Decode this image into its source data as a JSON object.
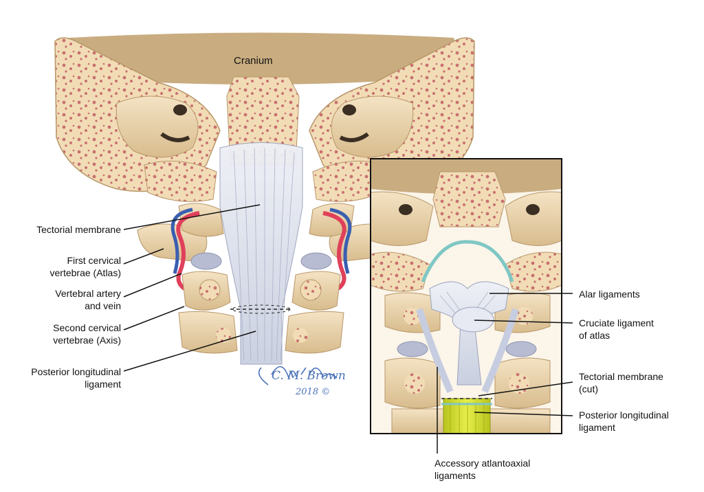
{
  "labels": {
    "cranium": "Cranium",
    "left": [
      {
        "line1": "Tectorial membrane",
        "line2": ""
      },
      {
        "line1": "First cervical",
        "line2": "vertebrae (Atlas)"
      },
      {
        "line1": "Vertebral artery",
        "line2": "and vein"
      },
      {
        "line1": "Second cervical",
        "line2": "vertebrae (Axis)"
      },
      {
        "line1": "Posterior longitudinal",
        "line2": "ligament"
      }
    ],
    "right": [
      {
        "line1": "Alar ligaments",
        "line2": ""
      },
      {
        "line1": "Cruciate ligament",
        "line2": "of atlas"
      },
      {
        "line1": "Tectorial membrane",
        "line2": "(cut)"
      },
      {
        "line1": "Posterior longitudinal",
        "line2": "ligament"
      }
    ],
    "bottom": {
      "line1": "Accessory atlantoaxial",
      "line2": "ligaments"
    }
  },
  "signature": {
    "name": "C. M. Brown",
    "year": "2018 ©"
  },
  "colors": {
    "bone": "#f1dcb6",
    "bone_shadow": "#d9bd8f",
    "marrow": "#c9706f",
    "ligament": "#dfe3ee",
    "ligament_stroke": "#9aa2bc",
    "artery": "#e0405a",
    "vein": "#3a5fb0",
    "cut_membrane": "#7fc7c4",
    "posterior_ligament": "#d9e63a",
    "signature_ink": "#4a72b8"
  }
}
